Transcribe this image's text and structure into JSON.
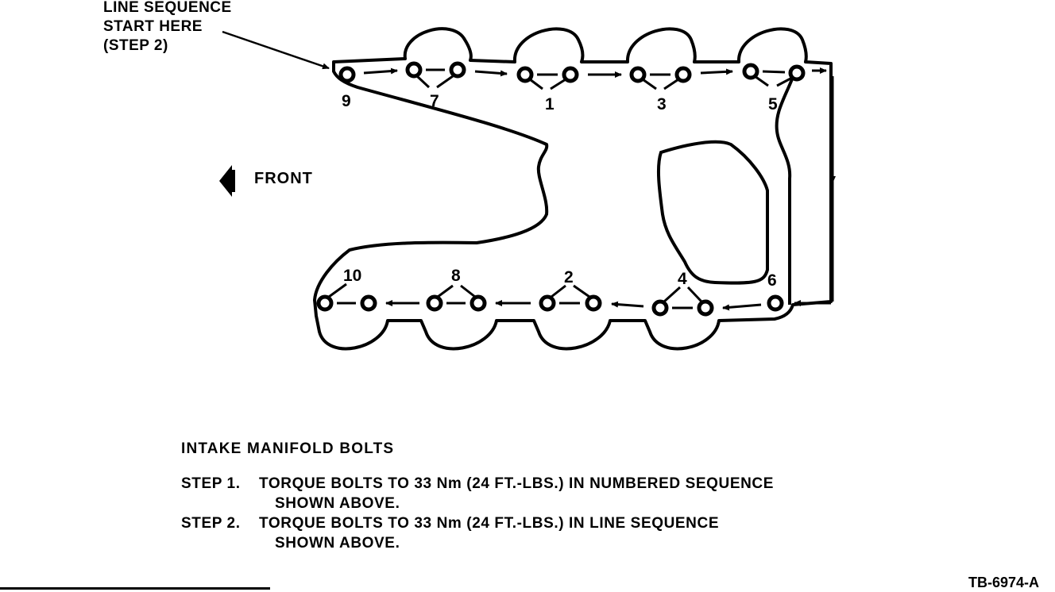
{
  "callout": {
    "lines": [
      "LINE SEQUENCE",
      "START HERE",
      "(STEP 2)"
    ]
  },
  "front_label": "FRONT",
  "bolt_numbers": {
    "top": [
      "9",
      "7",
      "1",
      "3",
      "5"
    ],
    "bottom": [
      "10",
      "8",
      "2",
      "4",
      "6"
    ]
  },
  "notes": {
    "heading": "INTAKE MANIFOLD BOLTS",
    "steps": [
      {
        "label": "STEP 1.",
        "line1": "TORQUE BOLTS TO 33 Nm (24 FT.-LBS.) IN NUMBERED SEQUENCE",
        "line2": "SHOWN ABOVE."
      },
      {
        "label": "STEP 2.",
        "line1": "TORQUE BOLTS TO 33 Nm (24 FT.-LBS.) IN LINE SEQUENCE",
        "line2": "SHOWN ABOVE."
      }
    ]
  },
  "figure_id": "TB-6974-A"
}
